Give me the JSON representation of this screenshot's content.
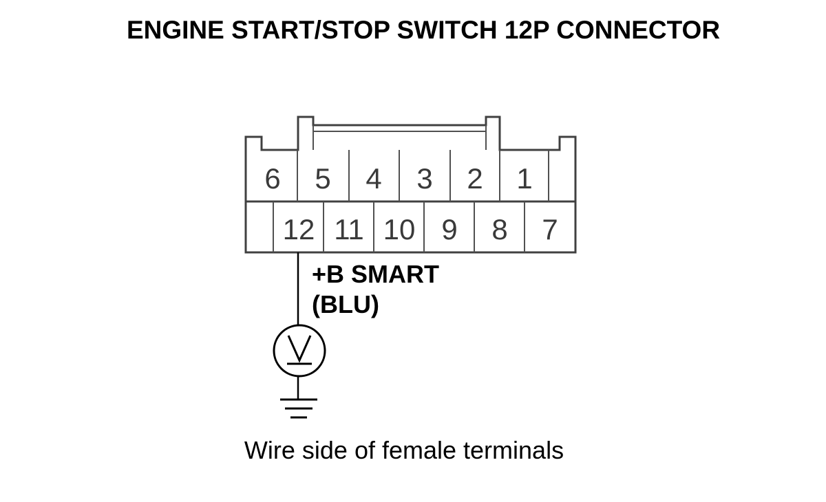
{
  "title": "ENGINE START/STOP SWITCH 12P CONNECTOR",
  "connector": {
    "top_row": [
      "6",
      "5",
      "4",
      "3",
      "2",
      "1"
    ],
    "bottom_row": [
      "12",
      "11",
      "10",
      "9",
      "8",
      "7"
    ]
  },
  "probe": {
    "terminal": "12",
    "signal_label": "+B SMART",
    "wire_color_label": "(BLU)",
    "meter_icon": "voltmeter-icon",
    "ground_icon": "ground-symbol-icon"
  },
  "caption": "Wire side of female terminals",
  "colors": {
    "ink": "#000000",
    "connector_outline": "#404040",
    "pin_text": "#3a3a3a",
    "background": "#ffffff"
  }
}
